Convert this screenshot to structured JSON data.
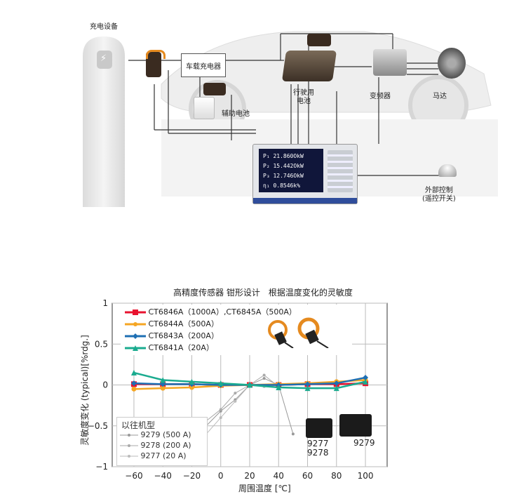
{
  "diagram": {
    "labels": {
      "charger": "充电设备",
      "onboard_charger": "车载充电器",
      "aux_battery": "辅助电池",
      "drive_battery": "行驶用\n电池",
      "inverter": "变频器",
      "motor": "马达",
      "external_control": "外部控制\n(遥控开关)"
    },
    "analyzer_rows": [
      {
        "sym": "P₁",
        "val": "21.860Ok",
        "unit": "W"
      },
      {
        "sym": "P₂",
        "val": "15.442Ok",
        "unit": "W"
      },
      {
        "sym": "P₃",
        "val": "12.746Ok",
        "unit": "W"
      },
      {
        "sym": "η₁",
        "val": "0.8546k",
        "unit": "%"
      }
    ]
  },
  "chart_data": {
    "type": "line",
    "title": "高精度传感器 钳形设计　根据温度变化的灵敏度",
    "xlabel": "周围温度 [℃]",
    "ylabel": "灵敏度变化 (typical)[%rdg.]",
    "xlim": [
      -75,
      115
    ],
    "ylim": [
      -1,
      1
    ],
    "xticks": [
      -60,
      -40,
      -20,
      0,
      20,
      40,
      60,
      80,
      100
    ],
    "yticks": [
      1,
      0.5,
      0,
      -0.5,
      -1
    ],
    "ytick_labels": [
      "1",
      "0.5",
      "0",
      "−0.5",
      "−1"
    ],
    "xtick_labels": [
      "−60",
      "−40",
      "−20",
      "0",
      "20",
      "40",
      "60",
      "80",
      "100"
    ],
    "grid": true,
    "series": [
      {
        "name": "CT6846A（1000A）,CT6845A（500A）",
        "color": "#e8132f",
        "x": [
          -60,
          -40,
          -20,
          0,
          20,
          40,
          60,
          80,
          100
        ],
        "y": [
          0.01,
          0.01,
          0.01,
          0.0,
          0.0,
          0.0,
          0.01,
          0.01,
          0.02
        ]
      },
      {
        "name": "CT6844A（500A）",
        "color": "#f5a623",
        "x": [
          -60,
          -40,
          -20,
          0,
          20,
          40,
          60,
          80,
          100
        ],
        "y": [
          -0.05,
          -0.04,
          -0.03,
          -0.01,
          0.0,
          0.01,
          0.02,
          0.04,
          0.06
        ]
      },
      {
        "name": "CT6843A（200A）",
        "color": "#1e6fb3",
        "x": [
          -60,
          -40,
          -20,
          0,
          20,
          40,
          60,
          80,
          100
        ],
        "y": [
          0.02,
          0.01,
          0.01,
          0.0,
          0.0,
          0.0,
          0.01,
          0.02,
          0.09
        ]
      },
      {
        "name": "CT6841A（20A）",
        "color": "#1aab8f",
        "x": [
          -60,
          -40,
          -20,
          0,
          20,
          40,
          60,
          80,
          100
        ],
        "y": [
          0.15,
          0.06,
          0.04,
          0.02,
          0.0,
          -0.03,
          -0.04,
          -0.04,
          0.04
        ]
      }
    ],
    "legacy_series": [
      {
        "name": "9279 (500 A)",
        "color": "#999",
        "x": [
          -10,
          0,
          10,
          20,
          30,
          40,
          50
        ],
        "y": [
          -0.5,
          -0.32,
          -0.18,
          0.0,
          0.08,
          0.0,
          -0.6
        ]
      },
      {
        "name": "9278 (200 A)",
        "color": "#aaa",
        "x": [
          -10,
          0,
          10,
          20,
          30,
          40
        ],
        "y": [
          -0.44,
          -0.3,
          -0.1,
          0.0,
          0.12,
          -0.02
        ]
      },
      {
        "name": "9277 (20 A)",
        "color": "#bbb",
        "x": [
          -10,
          0,
          10,
          20,
          30
        ],
        "y": [
          -0.6,
          -0.4,
          -0.2,
          0.0,
          -0.02
        ]
      }
    ],
    "legacy_title": "以往机型",
    "photo_labels": [
      "9277",
      "9278",
      "9279"
    ]
  }
}
